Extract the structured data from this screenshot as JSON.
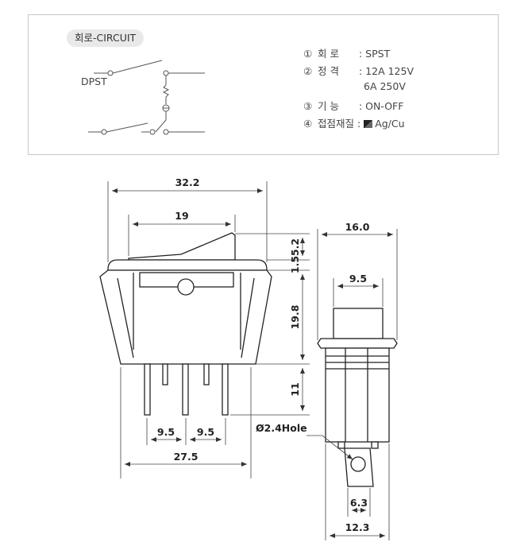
{
  "circuit_badge": "회로-CIRCUIT",
  "circuit_label": "DPST",
  "specs": [
    {
      "num": "①",
      "label": "회 로",
      "value": "SPST"
    },
    {
      "num": "②",
      "label": "정 격",
      "value": "12A 125V"
    },
    {
      "num": "",
      "label": "",
      "value": "6A 250V"
    },
    {
      "num": "③",
      "label": "기 능",
      "value": "ON-OFF"
    },
    {
      "num": "④",
      "label": "접점재질",
      "value": "Ag/Cu"
    }
  ],
  "dimensions": {
    "overall_width": "32.2",
    "rocker_width": "19",
    "dim_1_5": "1.5",
    "dim_5_2": "5.2",
    "body_height": "19.8",
    "terminal_length": "11",
    "pitch_left": "9.5",
    "pitch_right": "9.5",
    "base_width": "27.5",
    "side_width": "16.0",
    "side_inner": "9.5",
    "hole": "Ø2.4Hole",
    "terminal_width": "6.3",
    "body_depth": "12.3"
  }
}
